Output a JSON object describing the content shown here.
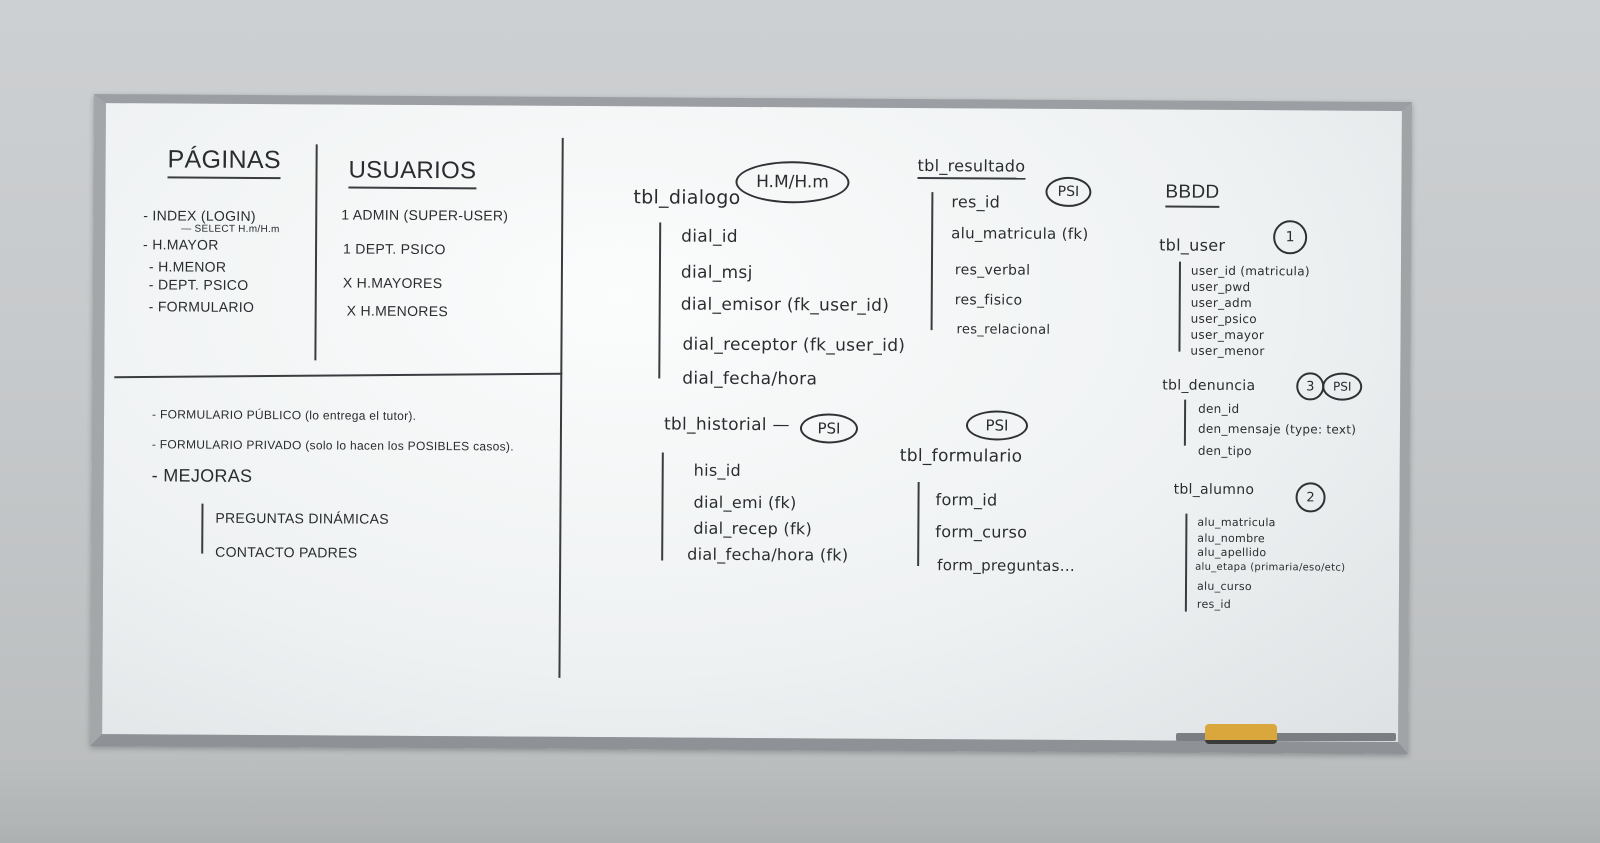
{
  "board": {
    "paginas": {
      "title": "PÁGINAS",
      "items": [
        "- INDEX (LOGIN)",
        "— SELECT H.m/H.m",
        "- H.MAYOR",
        "- H.MENOR",
        "- DEPT. PSICO",
        "- FORMULARIO"
      ]
    },
    "usuarios": {
      "title": "USUARIOS",
      "items": [
        "1 ADMIN (SUPER-USER)",
        "1 DEPT. PSICO",
        "X H.MAYORES",
        "X H.MENORES"
      ]
    },
    "notes": {
      "items": [
        "- FORMULARIO PÚBLICO (lo entrega el tutor).",
        "- FORMULARIO PRIVADO (solo lo hacen los POSIBLES casos)."
      ],
      "mejoras_title": "- MEJORAS",
      "mejoras_items": [
        "PREGUNTAS DINÁMICAS",
        "CONTACTO PADRES"
      ]
    },
    "tbl_dialogo": {
      "title": "tbl_dialogo",
      "badge": "H.M/H.m",
      "fields": [
        "dial_id",
        "dial_msj",
        "dial_emisor (fk_user_id)",
        "dial_receptor (fk_user_id)",
        "dial_fecha/hora"
      ]
    },
    "tbl_historial": {
      "title": "tbl_historial —",
      "badge": "PSI",
      "fields": [
        "his_id",
        "dial_emi (fk)",
        "dial_recep (fk)",
        "dial_fecha/hora (fk)"
      ]
    },
    "tbl_resultado": {
      "title": "tbl_resultado",
      "badge": "PSI",
      "fields": [
        "res_id",
        "alu_matricula (fk)",
        "res_verbal",
        "res_fisico",
        "res_relacional"
      ]
    },
    "tbl_formulario": {
      "title": "tbl_formulario",
      "badge": "PSI",
      "fields": [
        "form_id",
        "form_curso",
        "form_preguntas..."
      ]
    },
    "bbdd": {
      "title": "BBDD",
      "tbl_user": {
        "title": "tbl_user",
        "badge": "1",
        "fields": [
          "user_id (matricula)",
          "user_pwd",
          "user_adm",
          "user_psico",
          "user_mayor",
          "user_menor"
        ]
      },
      "tbl_denuncia": {
        "title": "tbl_denuncia",
        "badge": "3",
        "badge2": "PSI",
        "fields": [
          "den_id",
          "den_mensaje (type: text)",
          "den_tipo"
        ]
      },
      "tbl_alumno": {
        "title": "tbl_alumno",
        "badge": "2",
        "fields": [
          "alu_matricula",
          "alu_nombre",
          "alu_apellido",
          "alu_etapa (primaria/eso/etc)",
          "alu_curso",
          "res_id"
        ]
      }
    }
  }
}
